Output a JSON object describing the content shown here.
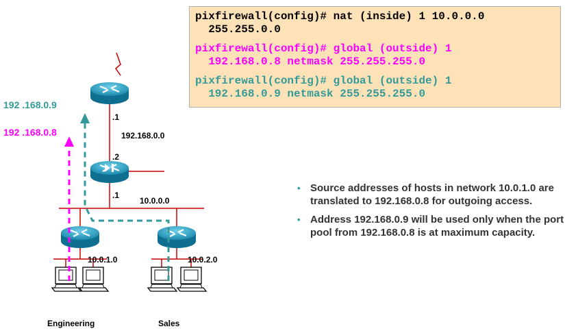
{
  "commands": [
    {
      "line1": "pixfirewall(config)# nat (inside) 1 10.0.0.0",
      "line2": "  255.255.0.0",
      "color": "#000000"
    },
    {
      "line1": "pixfirewall(config)# global (outside) 1",
      "line2": "  192.168.0.8 netmask 255.255.255.0",
      "color": "#ff00ff"
    },
    {
      "line1": "pixfirewall(config)# global (outside) 1",
      "line2": "  192.168.0.9 netmask 255.255.255.0",
      "color": "#339999"
    }
  ],
  "diagram": {
    "addr_global_9": "192 .168.0.9",
    "addr_global_8": "192 .168.0.8",
    "router_if": ".1",
    "outside_net": "192.168.0.0",
    "pix_outside_if": ".2",
    "pix_inside_if": ".1",
    "inside_net": "10.0.0.0",
    "eng_net": "10.0.1.0",
    "sales_net": "10.0.2.0",
    "eng_label": "Engineering",
    "sales_label": "Sales"
  },
  "bullets": [
    "Source addresses of hosts in network 10.0.1.0 are translated to 192.168.0.8 for outgoing access.",
    "Address 192.168.0.9 will be used only when the port pool from 192.168.0.8 is at maximum capacity."
  ],
  "colors": {
    "teal": "#339999",
    "magenta": "#ff00ff",
    "link": "#cc0000",
    "device": "#1fa3c4",
    "box_bg": "#fde2b8"
  }
}
